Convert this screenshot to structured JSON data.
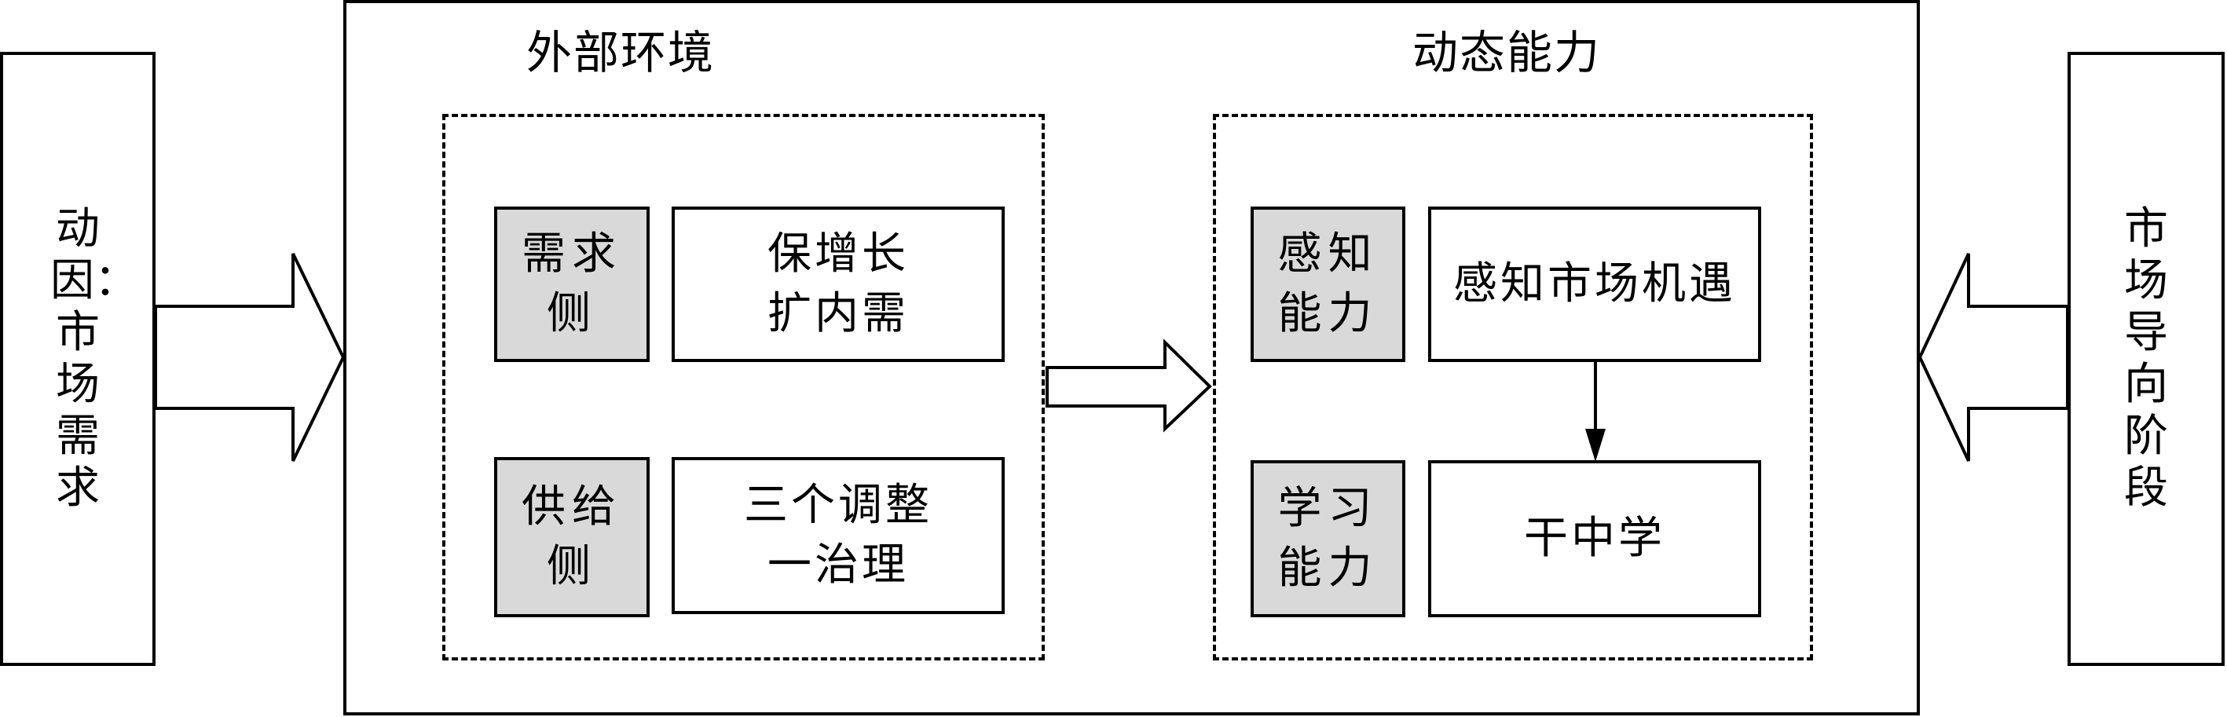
{
  "left_panel": {
    "text": "动因：市场需求"
  },
  "right_panel": {
    "text": "市场导向阶段"
  },
  "env_section": {
    "title": "外部环境",
    "rows": [
      {
        "side": "需求侧",
        "content": [
          "保增长",
          "扩内需"
        ]
      },
      {
        "side": "供给侧",
        "content": [
          "三个调整",
          "一治理"
        ]
      }
    ]
  },
  "capability_section": {
    "title": "动态能力",
    "rows": [
      {
        "side": "感知能力",
        "content": [
          "感知市场机遇"
        ]
      },
      {
        "side": "学习能力",
        "content": [
          "干中学"
        ]
      }
    ]
  }
}
